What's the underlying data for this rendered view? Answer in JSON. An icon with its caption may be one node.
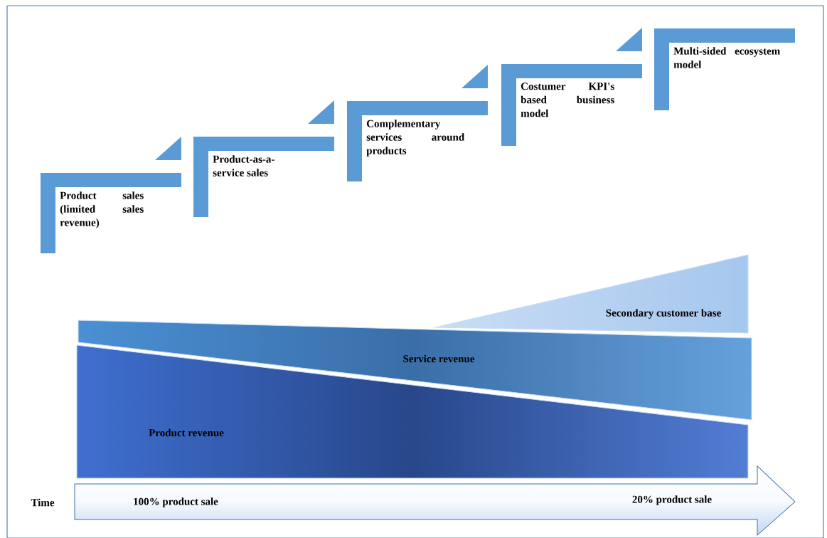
{
  "diagram": {
    "nodes": [
      {
        "text": [
          "Product sales (limited sales revenue)"
        ]
      },
      {
        "text": [
          "Product-as-a-service sales"
        ]
      },
      {
        "text": [
          "Complementary services around products"
        ]
      },
      {
        "text": [
          "Costumer KPI's based business model"
        ]
      },
      {
        "text": [
          "Multi-sided ecosystem model"
        ]
      },
      {
        "text": [
          "Product revenue"
        ]
      },
      {
        "text": [
          "Service revenue"
        ]
      },
      {
        "text": [
          "Secondary customer base"
        ]
      },
      {
        "text": [
          "100% product sale",
          "20% product sale"
        ]
      }
    ],
    "labels": [
      "Time"
    ]
  }
}
